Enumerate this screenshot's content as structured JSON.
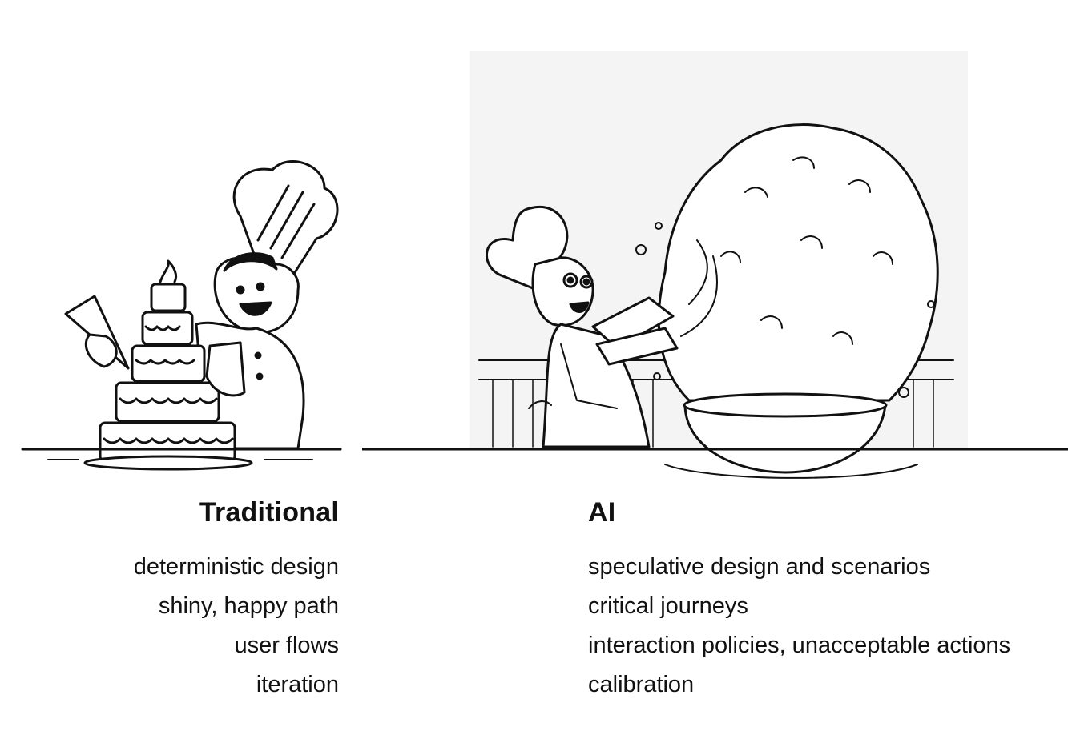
{
  "traditional": {
    "heading": "Traditional",
    "items": [
      "deterministic design",
      "shiny, happy path",
      "user flows",
      "iteration"
    ]
  },
  "ai": {
    "heading": "AI",
    "items": [
      "speculative design and scenarios",
      "critical journeys",
      "interaction policies, unacceptable actions",
      "calibration"
    ]
  },
  "colors": {
    "ink": "#111111",
    "background": "#ffffff",
    "right_panel_bg": "#f4f4f4"
  },
  "icons": [
    "chef-decorating-cake-illustration",
    "chef-exploding-dough-illustration"
  ]
}
